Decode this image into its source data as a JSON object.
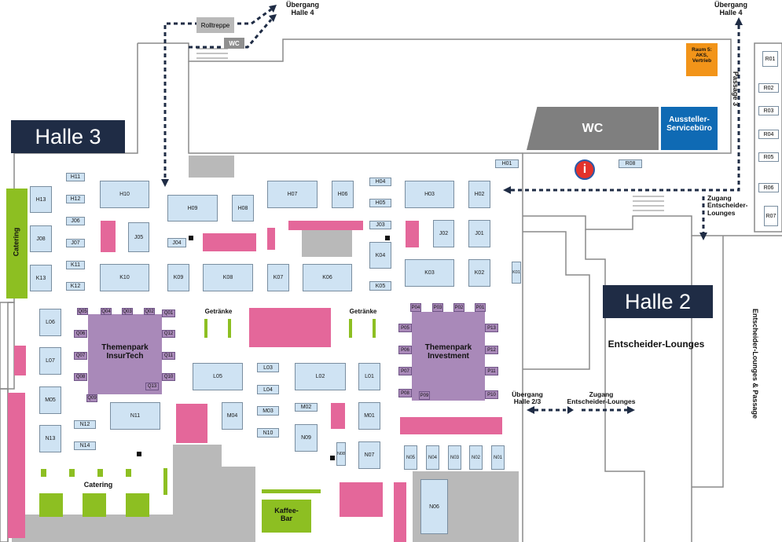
{
  "halls": {
    "hall3": "Halle 3",
    "hall2": "Halle 2"
  },
  "transfers": {
    "top_left": "Übergang\nHalle 4",
    "top_right": "Übergang\nHalle 4",
    "hall23": "Übergang\nHalle 2/3",
    "zugang_lounges_bottom": "Zugang\nEntscheider-Lounges",
    "zugang_lounges_right": "Zugang\nEntscheider-\nLounges"
  },
  "facilities": {
    "rolltreppe": "Rolltreppe",
    "wc_small": "WC",
    "wc_main": "WC",
    "aussteller": "Aussteller-\nServicebüro",
    "raum5": "Raum 5:\nAKS,\nVertrieb",
    "passage3": "Passage 3",
    "entscheider_lounges": "Entscheider-Lounges",
    "lounges_passage": "Entscheider-Lounges & Passage",
    "catering_side": "Catering",
    "catering_bottom": "Catering",
    "getraenke_left": "Getränke",
    "getraenke_right": "Getränke",
    "kaffee_bar": "Kaffee-\nBar",
    "info_icon": "i"
  },
  "themenparks": {
    "insurtech": "Themenpark\nInsurTech",
    "investment": "Themenpark\nInvestment"
  },
  "booths": {
    "H11": "H11",
    "H13": "H13",
    "H12": "H12",
    "J06": "J06",
    "J08": "J08",
    "J07": "J07",
    "K11": "K11",
    "K13": "K13",
    "K12": "K12",
    "H10": "H10",
    "J05": "J05",
    "K10": "K10",
    "H09": "H09",
    "H08": "H08",
    "J04": "J04",
    "K09": "K09",
    "K08": "K08",
    "K07": "K07",
    "H07": "H07",
    "H06": "H06",
    "K06": "K06",
    "H04": "H04",
    "H05": "H05",
    "J03": "J03",
    "K04": "K04",
    "K05": "K05",
    "H03": "H03",
    "H02": "H02",
    "J02": "J02",
    "J01": "J01",
    "K03": "K03",
    "K02": "K02",
    "K01": "K01",
    "H01": "H01",
    "R08": "R08",
    "L06": "L06",
    "L07": "L07",
    "M05": "M05",
    "N13": "N13",
    "N12": "N12",
    "N14": "N14",
    "N11": "N11",
    "M04": "M04",
    "L05": "L05",
    "L03": "L03",
    "L04": "L04",
    "M03": "M03",
    "N10": "N10",
    "L02": "L02",
    "M02": "M02",
    "N09": "N09",
    "L01": "L01",
    "M01": "M01",
    "N08": "N08",
    "N07": "N07",
    "N05": "N05",
    "N04": "N04",
    "N03": "N03",
    "N02": "N02",
    "N01": "N01",
    "N06": "N06",
    "R01": "R01",
    "R02": "R02",
    "R03": "R03",
    "R04": "R04",
    "R05": "R05",
    "R06": "R06",
    "R07": "R07"
  },
  "q_booths": {
    "Q05": "Q05",
    "Q04": "Q04",
    "Q03": "Q03",
    "Q02": "Q02",
    "Q01": "Q01",
    "Q06": "Q06",
    "Q12": "Q12",
    "Q07": "Q07",
    "Q11": "Q11",
    "Q08": "Q08",
    "Q10": "Q10",
    "Q09": "Q09",
    "Q13": "Q13"
  },
  "p_booths": {
    "P04": "P04",
    "P03": "P03",
    "P02": "P02",
    "P01": "P01",
    "P05": "P05",
    "P13": "P13",
    "P06": "P06",
    "P12": "P12",
    "P07": "P07",
    "P11": "P11",
    "P08": "P08",
    "P09": "P09",
    "P10": "P10"
  },
  "colors": {
    "hall_label_bg": "#1f2c45",
    "booth": "#cfe3f3",
    "pink": "#e4679a",
    "purple": "#a989b9",
    "green": "#8dbf22",
    "service_blue": "#0f6ab4",
    "raum_orange": "#f29419",
    "grey": "#b9b9b9",
    "wc_grey": "#7f7f7f",
    "path": "#1f2c45"
  }
}
